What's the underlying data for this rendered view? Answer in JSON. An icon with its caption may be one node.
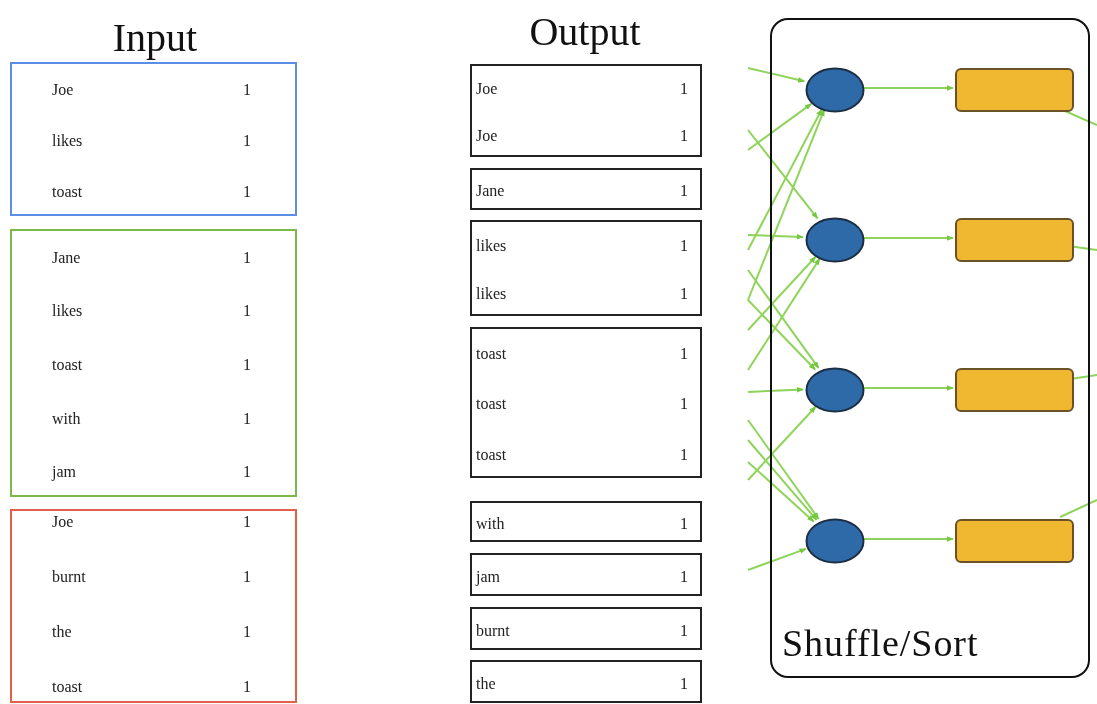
{
  "diagram": {
    "nodes": [
      {
        "text": [
          "Joe",
          "1",
          "likes",
          "1",
          "toast",
          "1"
        ]
      },
      {
        "text": [
          "Jane",
          "1",
          "likes",
          "1",
          "toast",
          "1",
          "with",
          "1",
          "jam",
          "1"
        ]
      },
      {
        "text": [
          "Joe",
          "1",
          "burnt",
          "1",
          "the",
          "1",
          "toast",
          "1"
        ]
      },
      {
        "text": [
          "Joe",
          "1",
          "Joe",
          "1"
        ]
      },
      {
        "text": [
          "Jane",
          "1"
        ]
      },
      {
        "text": [
          "likes",
          "1",
          "likes",
          "1"
        ]
      },
      {
        "text": [
          "toast",
          "1",
          "toast",
          "1",
          "toast",
          "1"
        ]
      },
      {
        "text": [
          "with",
          "1"
        ]
      },
      {
        "text": [
          "jam",
          "1"
        ]
      },
      {
        "text": [
          "burnt",
          "1"
        ]
      },
      {
        "text": [
          "the",
          "1"
        ]
      },
      {
        "text": [
          "Shuffle/Sort"
        ]
      },
      {
        "text": [],
        "shape": "circle",
        "in": 11
      },
      {
        "text": [],
        "shape": "circle",
        "in": 11
      },
      {
        "text": [],
        "shape": "circle",
        "in": 11
      },
      {
        "text": [],
        "shape": "circle",
        "in": 11
      },
      {
        "text": [],
        "shape": "box",
        "in": 11
      },
      {
        "text": [],
        "shape": "box",
        "in": 11
      },
      {
        "text": [],
        "shape": "box",
        "in": 11
      },
      {
        "text": [],
        "shape": "box",
        "in": 11
      }
    ],
    "edges": [
      {
        "from": null,
        "to": 12,
        "arrow": "to"
      },
      {
        "from": null,
        "to": 12,
        "arrow": "to"
      },
      {
        "from": null,
        "to": 12,
        "arrow": "to"
      },
      {
        "from": null,
        "to": 12,
        "arrow": "to"
      },
      {
        "from": null,
        "to": 13,
        "arrow": "to"
      },
      {
        "from": null,
        "to": 13,
        "arrow": "to"
      },
      {
        "from": null,
        "to": 13,
        "arrow": "to"
      },
      {
        "from": null,
        "to": 13,
        "arrow": "to"
      },
      {
        "from": null,
        "to": 14,
        "arrow": "to"
      },
      {
        "from": null,
        "to": 14,
        "arrow": "to"
      },
      {
        "from": null,
        "to": 14,
        "arrow": "to"
      },
      {
        "from": null,
        "to": 14,
        "arrow": "to"
      },
      {
        "from": null,
        "to": 15,
        "arrow": "to"
      },
      {
        "from": null,
        "to": 15,
        "arrow": "to"
      },
      {
        "from": null,
        "to": 15,
        "arrow": "to"
      },
      {
        "from": null,
        "to": 15,
        "arrow": "to"
      },
      {
        "from": 12,
        "to": 16,
        "arrow": "to"
      },
      {
        "from": 13,
        "to": 17,
        "arrow": "to"
      },
      {
        "from": 14,
        "to": 18,
        "arrow": "to"
      },
      {
        "from": 15,
        "to": 19,
        "arrow": "to"
      },
      {
        "from": 16,
        "to": null,
        "arrow": "none"
      },
      {
        "from": 17,
        "to": null,
        "arrow": "none"
      },
      {
        "from": 18,
        "to": null,
        "arrow": "none"
      },
      {
        "from": 19,
        "to": null,
        "arrow": "none"
      }
    ],
    "labels": [
      "Input",
      "Output"
    ]
  }
}
